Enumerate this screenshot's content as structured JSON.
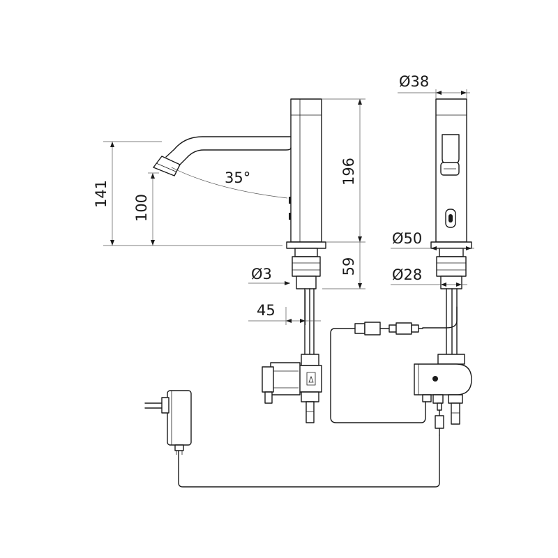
{
  "dimensions": {
    "total_height": "141",
    "spout_height": "100",
    "angle": "35°",
    "body_height": "196",
    "shank_length": "59",
    "hose_diameter": "Ø3",
    "offset": "45",
    "top_diameter": "Ø38",
    "base_diameter": "Ø50",
    "shank_diameter": "Ø28"
  },
  "colors": {
    "line": "#1a1a1a",
    "dimension_line": "#555555",
    "background": "#ffffff"
  }
}
